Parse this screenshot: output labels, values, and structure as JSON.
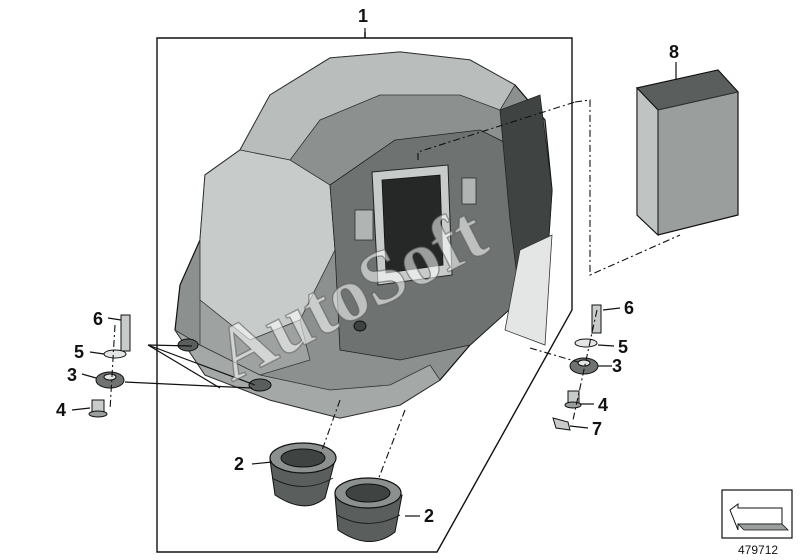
{
  "diagram": {
    "callouts": {
      "c1": "1",
      "c2a": "2",
      "c2b": "2",
      "c3l": "3",
      "c3r": "3",
      "c4l": "4",
      "c4r": "4",
      "c5l": "5",
      "c5r": "5",
      "c6l": "6",
      "c6r": "6",
      "c7": "7",
      "c8": "8"
    },
    "reference_number": "479712",
    "watermark": "AutoSoft",
    "icon": "parts-arrow-icon",
    "colors": {
      "housing_dark": "#5a5f5e",
      "housing_mid": "#8c9190",
      "housing_light": "#c7cbca",
      "filter": "#9a9e9d",
      "outline": "#111111"
    }
  }
}
